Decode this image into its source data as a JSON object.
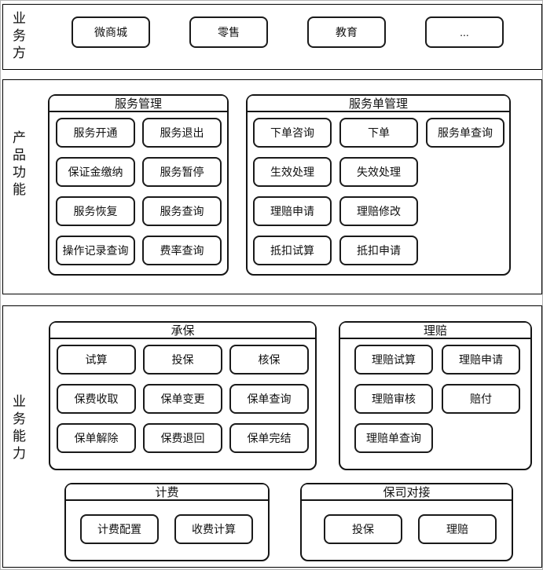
{
  "colors": {
    "section_border": "#000000",
    "node_border": "#1a1a1a",
    "background": "#ffffff",
    "text": "#111111"
  },
  "sections": [
    {
      "label": "业务方",
      "items": [
        "微商城",
        "零售",
        "教育",
        "..."
      ]
    },
    {
      "label": "产品功能",
      "groups": [
        {
          "title": "服务管理",
          "items": [
            "服务开通",
            "服务退出",
            "保证金缴纳",
            "服务暂停",
            "服务恢复",
            "服务查询",
            "操作记录查询",
            "费率查询"
          ]
        },
        {
          "title": "服务单管理",
          "items": [
            "下单咨询",
            "下单",
            "服务单查询",
            "生效处理",
            "失效处理",
            "理赔申请",
            "理赔修改",
            "抵扣试算",
            "抵扣申请"
          ]
        }
      ]
    },
    {
      "label": "业务能力",
      "groups": [
        {
          "title": "承保",
          "items": [
            "试算",
            "投保",
            "核保",
            "保费收取",
            "保单变更",
            "保单查询",
            "保单解除",
            "保费退回",
            "保单完结"
          ]
        },
        {
          "title": "理赔",
          "items": [
            "理赔试算",
            "理赔申请",
            "理赔审核",
            "赔付",
            "理赔单查询"
          ]
        },
        {
          "title": "计费",
          "items": [
            "计费配置",
            "收费计算"
          ]
        },
        {
          "title": "保司对接",
          "items": [
            "投保",
            "理赔"
          ]
        }
      ]
    }
  ]
}
